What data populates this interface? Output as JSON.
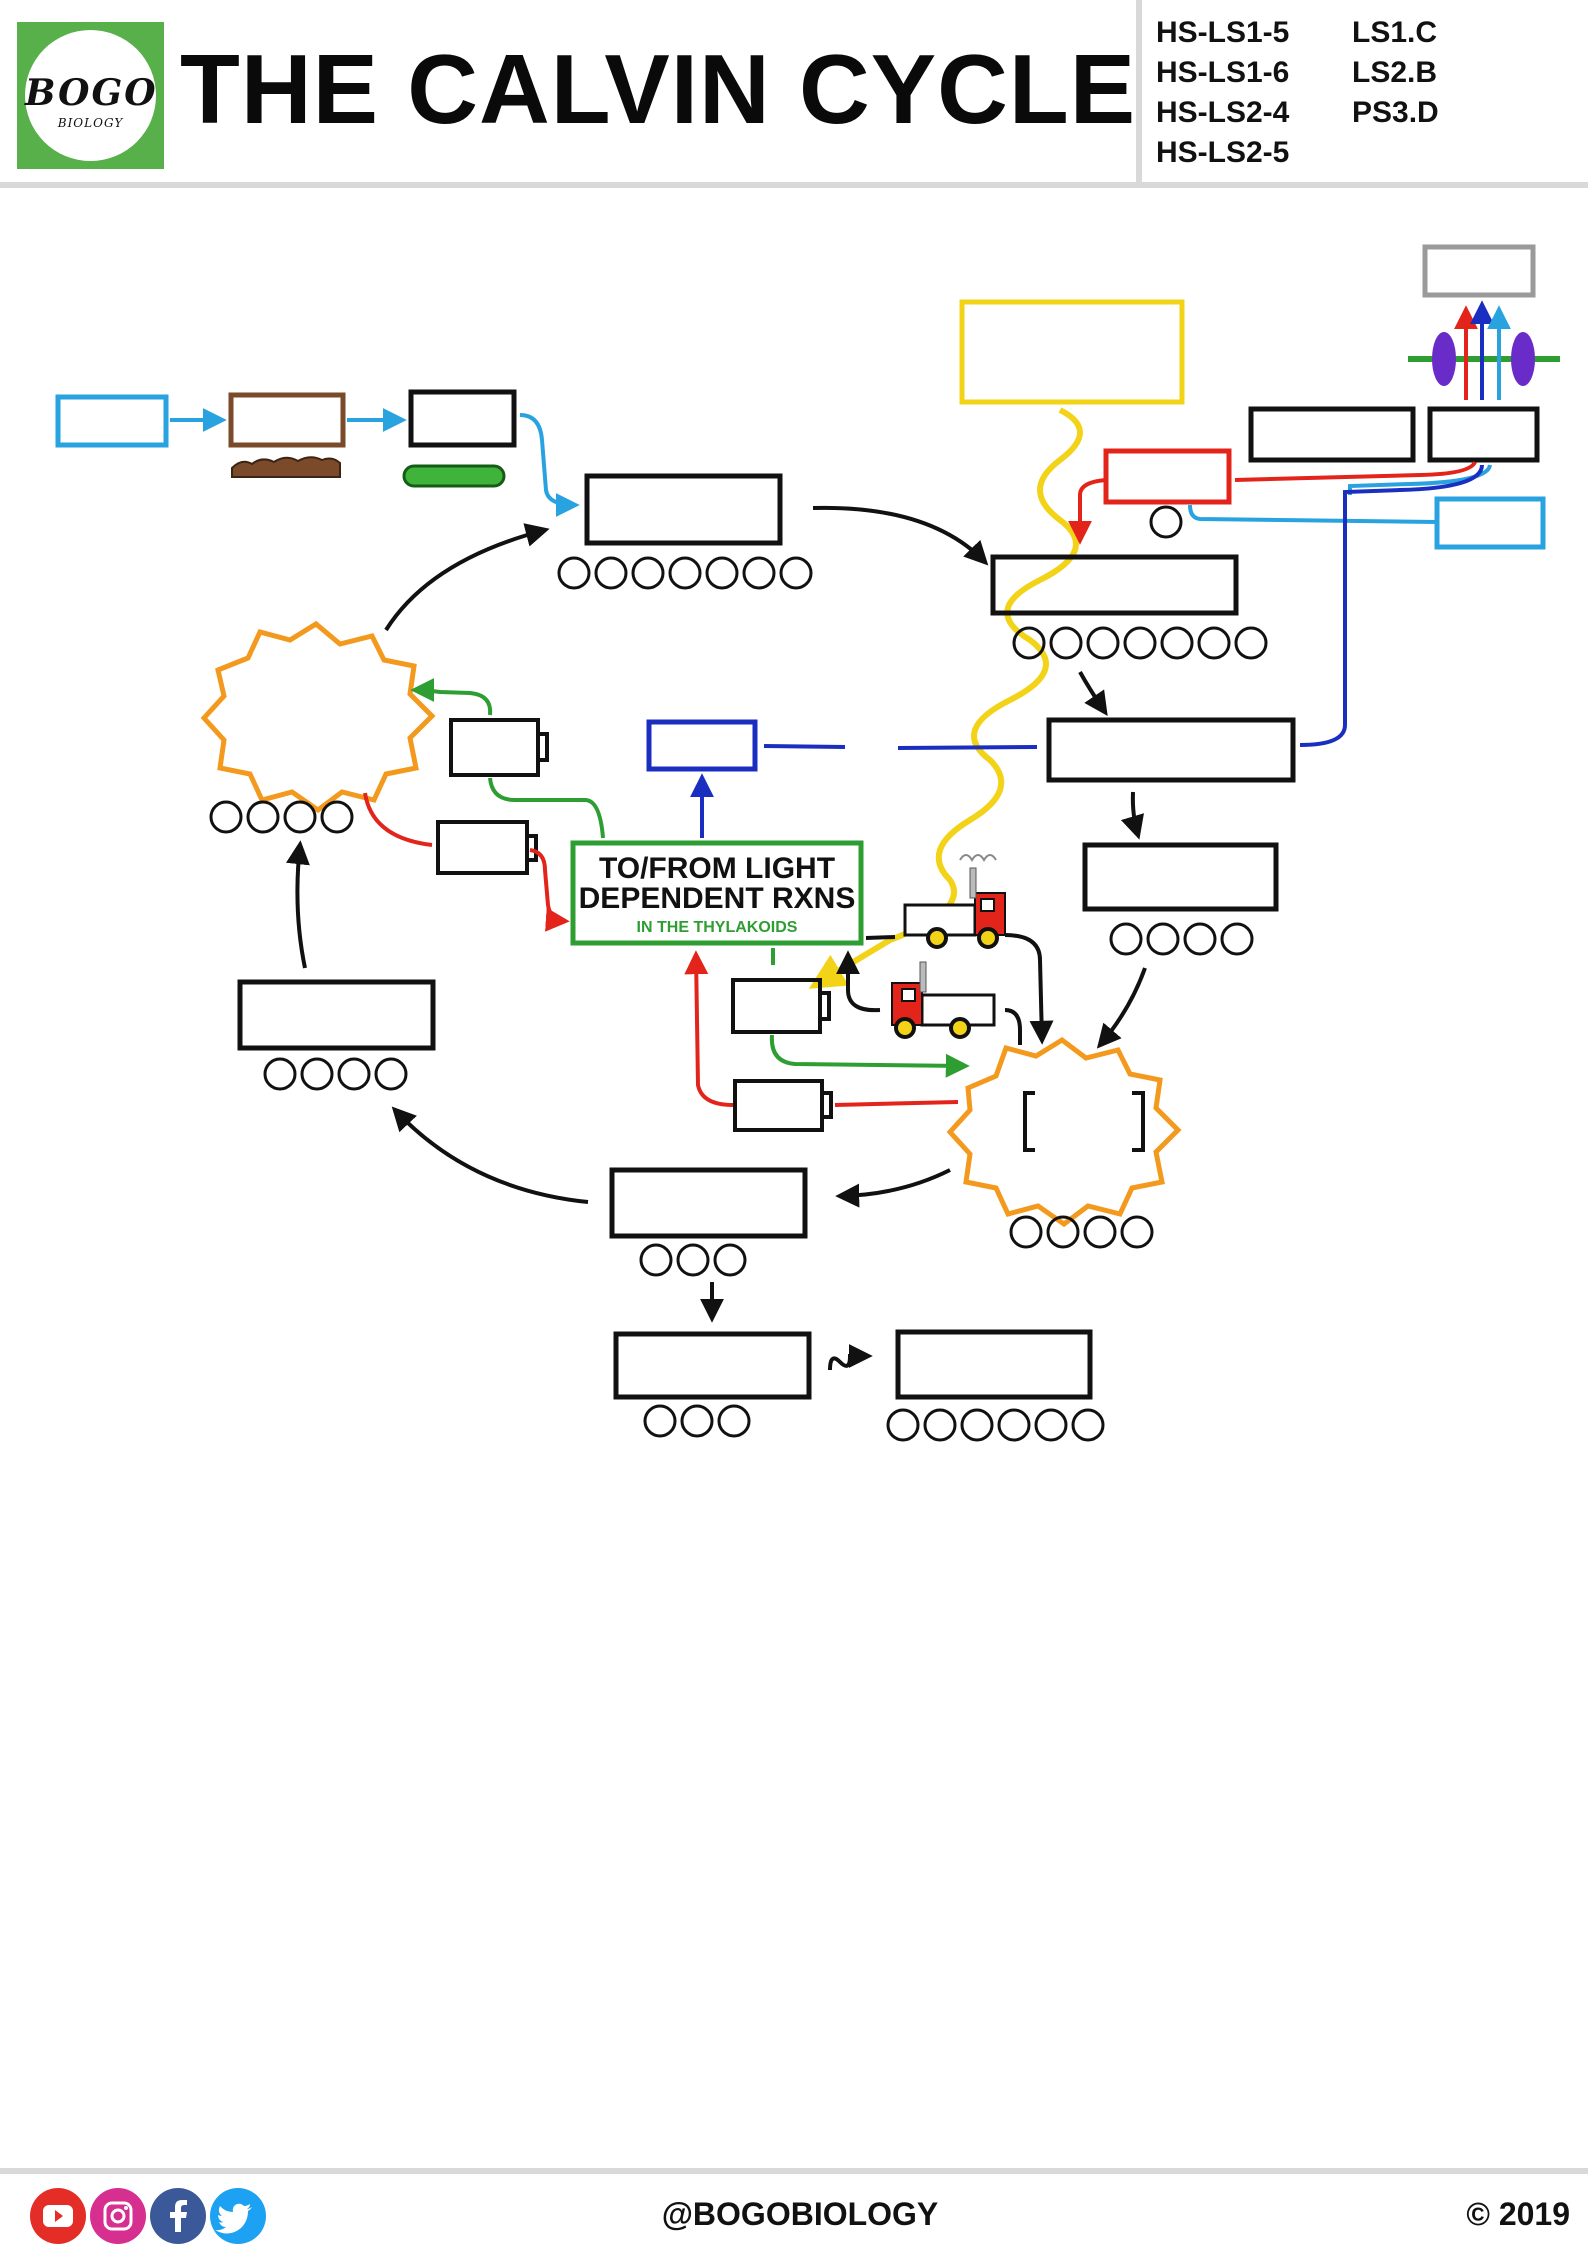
{
  "header": {
    "logo_word": "BOGO",
    "logo_sub": "BIOLOGY",
    "title": "THE CALVIN CYCLE",
    "standards_left": [
      "HS-LS1-5",
      "HS-LS1-6",
      "HS-LS2-4",
      "HS-LS2-5"
    ],
    "standards_right": [
      "LS1.C",
      "LS2.B",
      "PS3.D"
    ]
  },
  "diagram": {
    "center_box_line1": "TO/FROM LIGHT",
    "center_box_line2": "DEPENDENT RXNS",
    "center_box_sub": "IN THE THYLAKOIDS",
    "colors": {
      "black": "#111111",
      "light_blue": "#29a3e0",
      "dark_blue": "#1a2fbf",
      "red": "#e3241b",
      "green": "#2e9e33",
      "orange": "#f39a1e",
      "yellow": "#f2d318",
      "brown": "#7a4a2a",
      "purple": "#6a2cc9",
      "gray": "#9a9a9a"
    }
  },
  "footer": {
    "handle": "@BOGOBIOLOGY",
    "copyright": "© 2019",
    "social_icons": [
      "youtube-icon",
      "instagram-icon",
      "facebook-icon",
      "twitter-icon"
    ]
  }
}
